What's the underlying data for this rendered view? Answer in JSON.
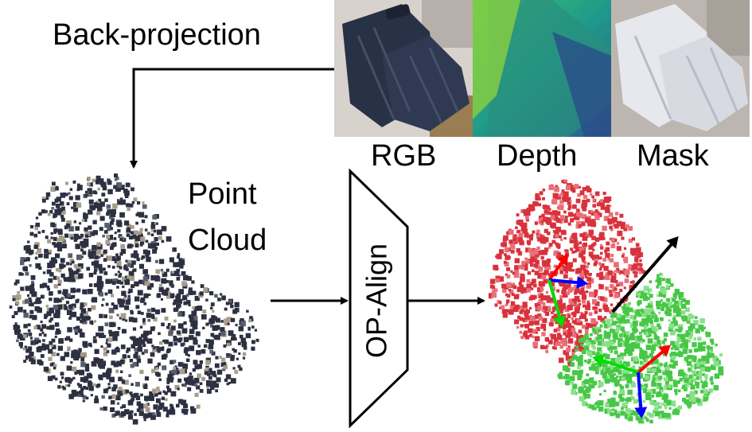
{
  "labels": {
    "back_projection": "Back-projection",
    "point": "Point",
    "cloud": "Cloud",
    "rgb": "RGB",
    "depth": "Depth",
    "mask": "Mask",
    "network": "OP-Align"
  },
  "colors": {
    "point_cloud_dark": "#2c3040",
    "point_cloud_tan": "#a89c8c",
    "part_red": "#d8323c",
    "part_green": "#46c846",
    "axis_red": "#ff0000",
    "axis_green": "#00dd00",
    "axis_blue": "#0000ff",
    "joint_axis": "#000000",
    "arrow": "#000000"
  },
  "icons": {
    "rgb_image": "suitcase-photo",
    "depth_image": "depth-map",
    "mask_image": "segmentation-mask"
  }
}
